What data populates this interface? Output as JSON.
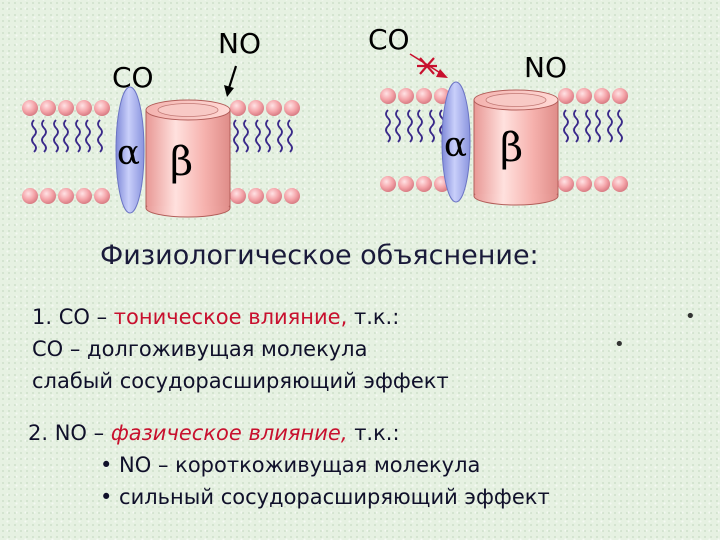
{
  "diagram": {
    "left": {
      "label_co": "CO",
      "label_no": "NO",
      "alpha": "α",
      "beta": "β"
    },
    "right": {
      "label_co": "CO",
      "label_no": "NO",
      "alpha": "α",
      "beta": "β"
    }
  },
  "title": "Физиологическое объяснение:",
  "section1": {
    "heading_prefix": "1. CO – ",
    "heading_emph": "тоническое влияние,",
    "heading_suffix": " т.к.:",
    "items": [
      "CO – долгоживущая молекула",
      "слабый сосудорасширяющий эффект"
    ]
  },
  "section2": {
    "heading_prefix": "2. NO – ",
    "heading_emph": "фазическое влияние,",
    "heading_suffix": " т.к.:",
    "items": [
      "• NO – короткоживущая молекула",
      "• сильный сосудорасширяющий эффект"
    ]
  },
  "stray_bullets": [
    "•",
    "•"
  ],
  "colors": {
    "lipid_head": "#f4a3a8",
    "lipid_tail": "#3a2a8a",
    "alpha_subunit": "#a9b3f0",
    "beta_cylinder": "#f7b7b3",
    "emphasis": "#c8102e"
  }
}
